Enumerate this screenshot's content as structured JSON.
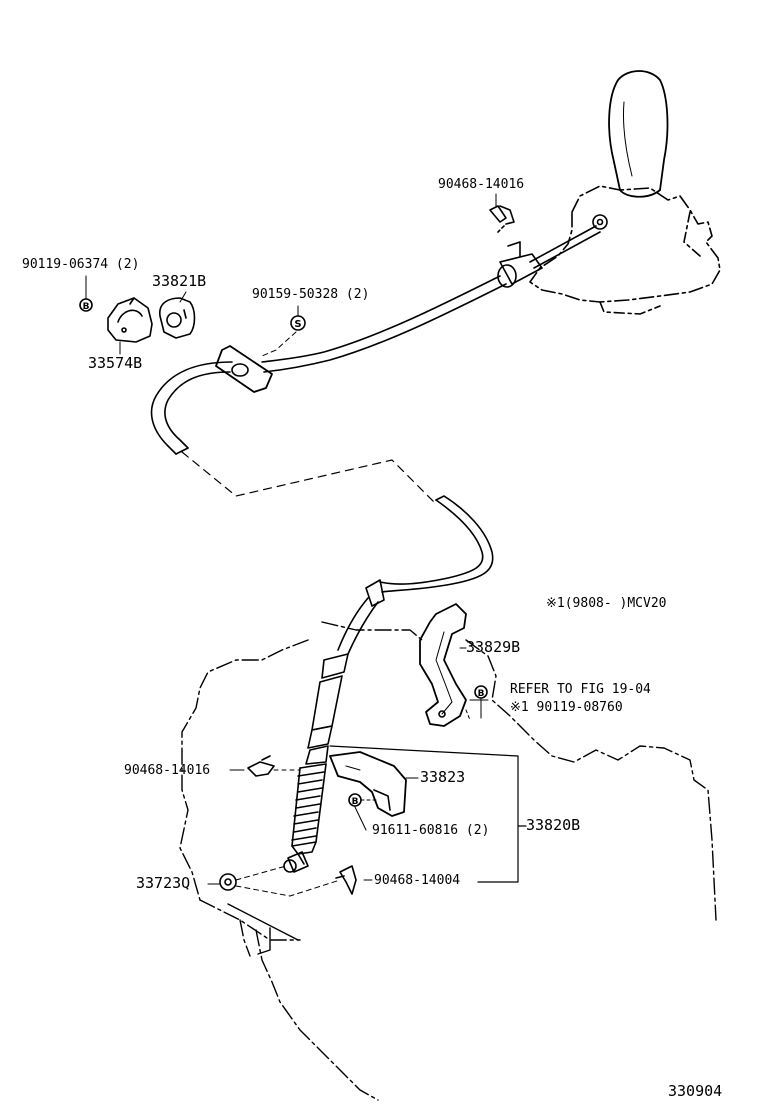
{
  "colors": {
    "line": "#000000",
    "background": "#ffffff"
  },
  "labels": {
    "p90468_14016_top": "90468-14016",
    "p90119_06374": "90119-06374 (2)",
    "p33821B": "33821B",
    "p90159_50328": "90159-50328 (2)",
    "p33574B": "33574B",
    "note_mcv20": "※1(9808-      )MCV20",
    "p33829B": "33829B",
    "refer_fig": "REFER TO FIG 19-04",
    "note_90119_08760": "※1 90119-08760",
    "p90468_14016_left": "90468-14016",
    "p33823": "33823",
    "p91611_60816": "91611-60816 (2)",
    "p33820B": "33820B",
    "p33723Q": "33723Q",
    "p90468_14004": "90468-14004",
    "figure_number": "330904"
  },
  "symbols": {
    "bolt_marker": "B",
    "screw_marker": "S"
  },
  "icons": [
    "shift-knob-icon",
    "shift-cable-icon",
    "bracket-icon",
    "clip-icon",
    "bolt-icon",
    "grommet-icon",
    "transmission-outline-icon"
  ]
}
